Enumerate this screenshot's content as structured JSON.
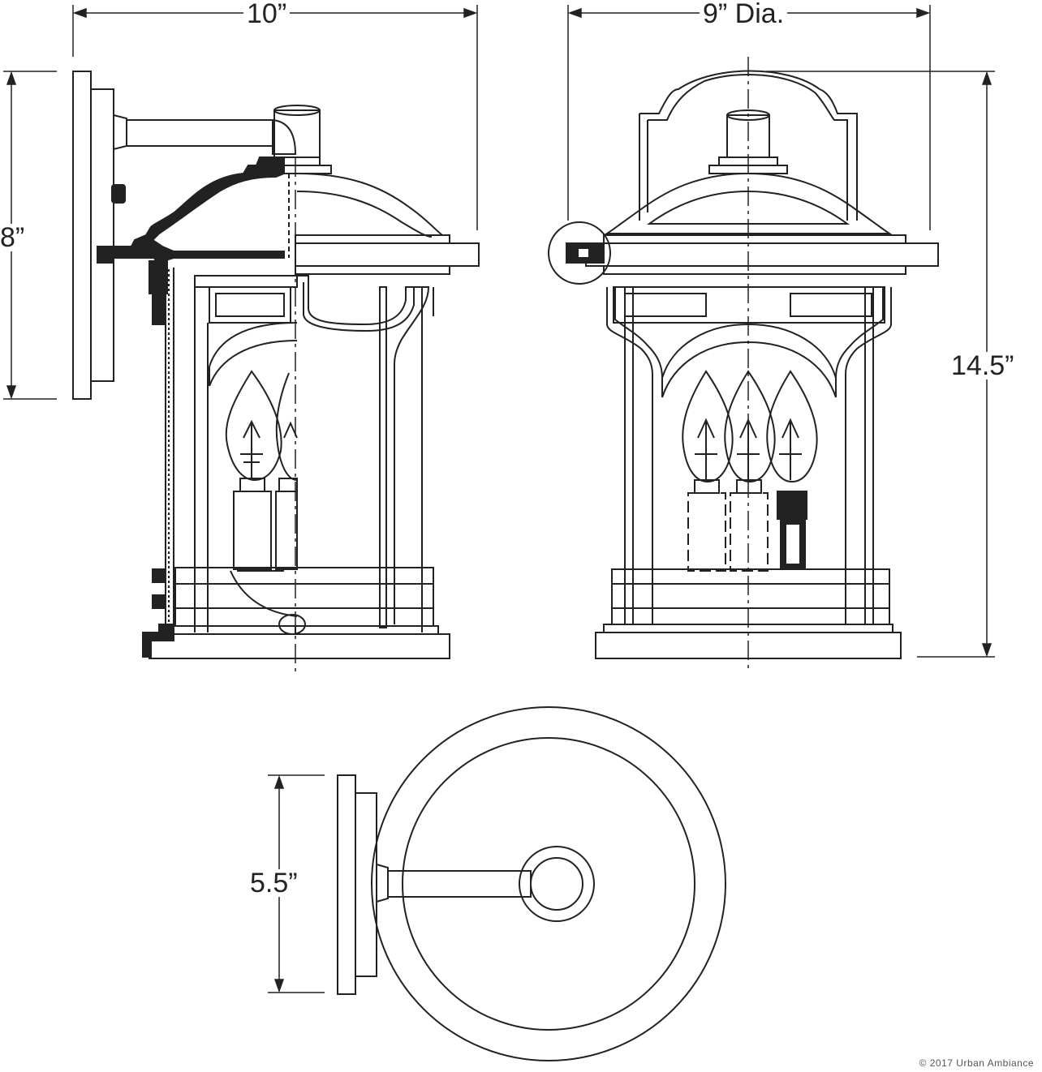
{
  "dimensions": {
    "side_width": "10”",
    "front_width": "9” Dia.",
    "backplate_height": "8”",
    "overall_height": "14.5”",
    "top_view_extension": "5.5”"
  },
  "footer": {
    "copyright": "© 2017 Urban Ambiance"
  }
}
